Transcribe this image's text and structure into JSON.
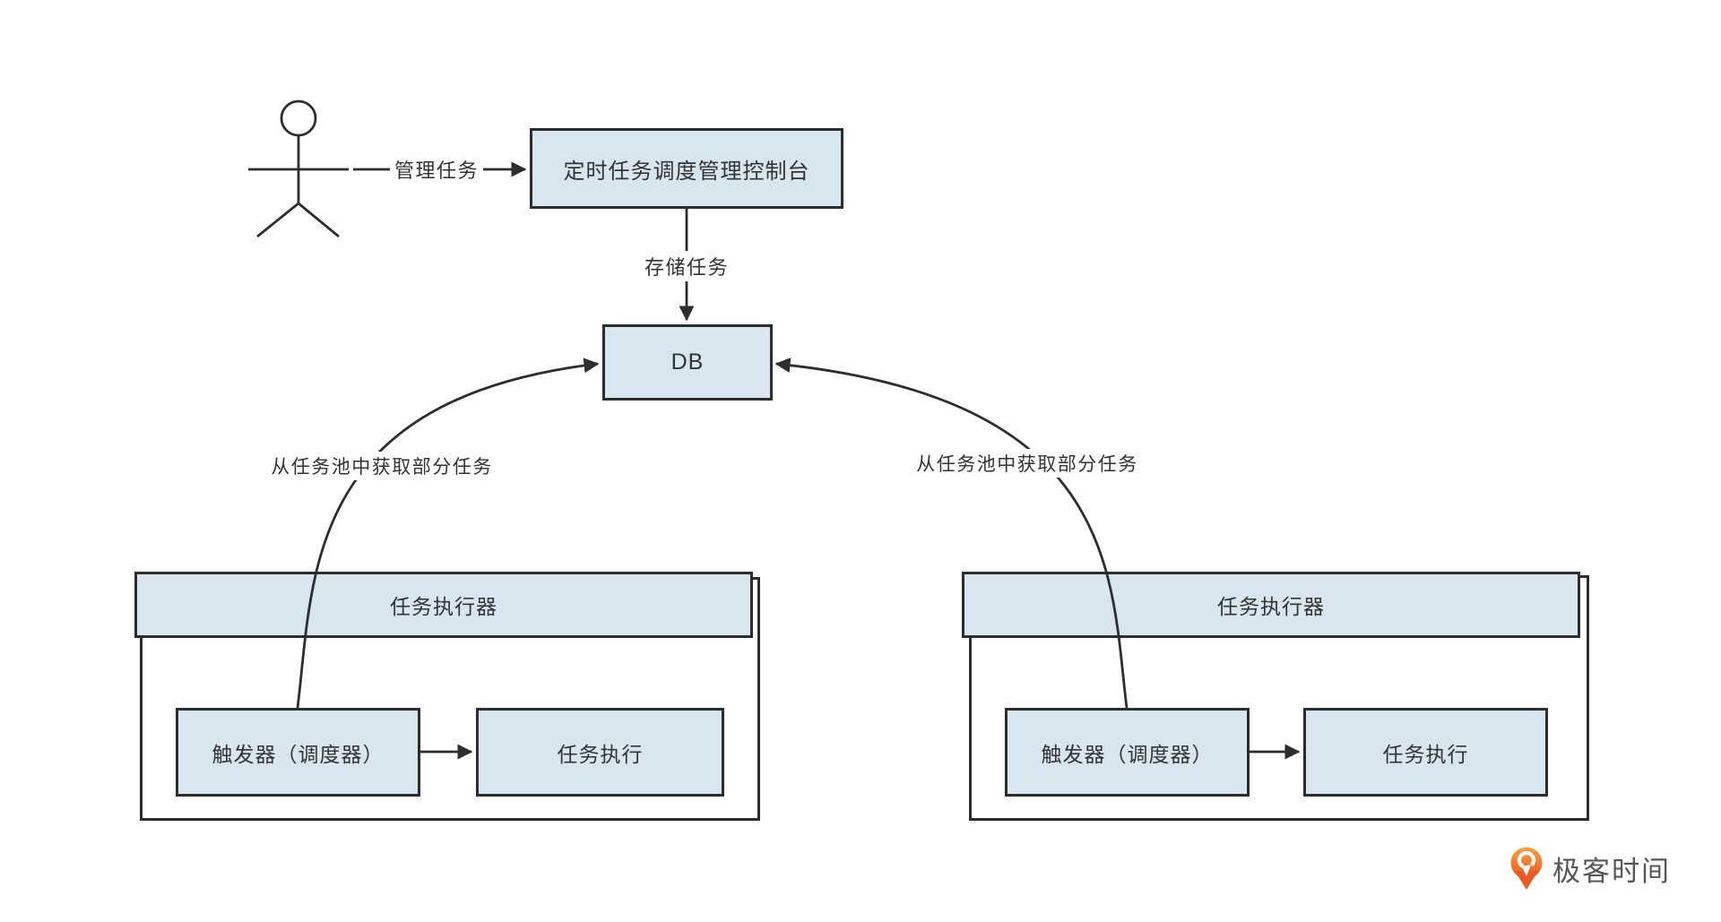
{
  "colors": {
    "canvas_bg": "#ffffff",
    "node_fill": "#d8e7ef",
    "node_border": "#2d2d2d",
    "line_color": "#2d2d2d",
    "text_color": "#333333",
    "logo_orange_top": "#f7a03c",
    "logo_orange_bottom": "#eb5a24",
    "logo_text_color": "#585656"
  },
  "edges": {
    "manage_label": "管理任务",
    "store_label": "存储任务",
    "fetch_left_label": "从任务池中获取部分任务",
    "fetch_right_label": "从任务池中获取部分任务"
  },
  "nodes": {
    "console_label": "定时任务调度管理控制台",
    "db_label": "DB",
    "executor_left": {
      "title": "任务执行器",
      "trigger_label": "触发器（调度器）",
      "exec_label": "任务执行"
    },
    "executor_right": {
      "title": "任务执行器",
      "trigger_label": "触发器（调度器）",
      "exec_label": "任务执行"
    }
  },
  "branding": {
    "logo_text": "极客时间"
  }
}
